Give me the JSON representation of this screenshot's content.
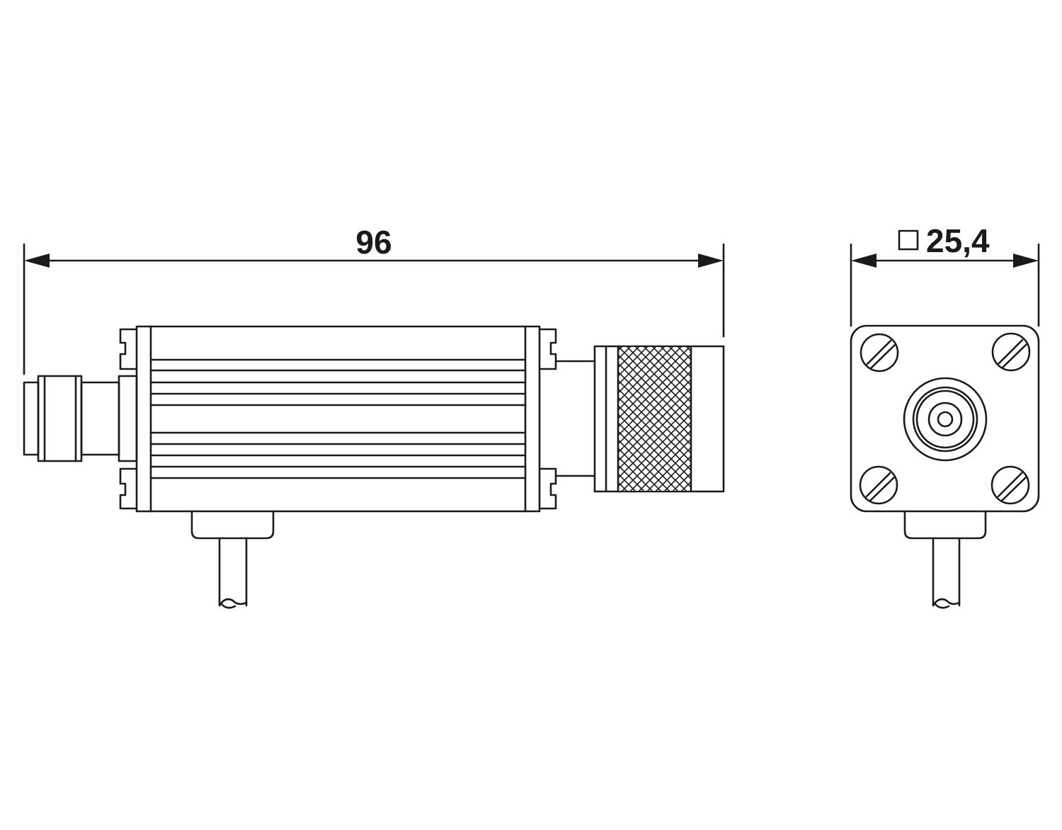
{
  "dimensions": {
    "length": {
      "value": "96"
    },
    "square_size": {
      "symbol": "square-symbol",
      "value": "25,4"
    }
  },
  "colors": {
    "line": "#1a1a1a",
    "background": "#ffffff"
  }
}
